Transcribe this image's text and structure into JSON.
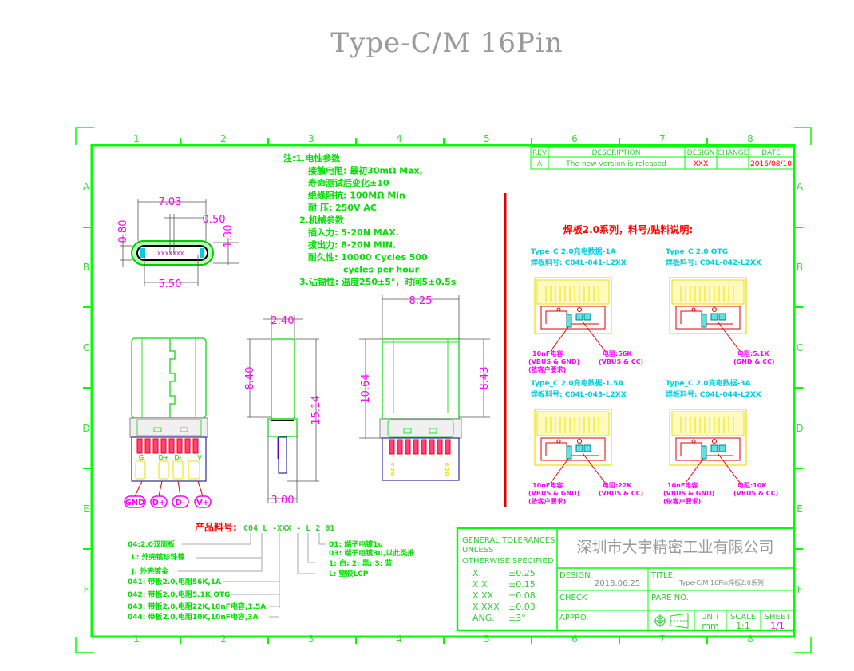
{
  "title": "Type-C/M 16Pin",
  "colors": {
    "frame": "#00ff00",
    "dim": "#ff00ff",
    "note": "#00e000",
    "red": "#ff0000",
    "cyan": "#00cfe0",
    "gray": "#9a9a9a"
  },
  "grid": {
    "columns": [
      "1",
      "2",
      "3",
      "4",
      "5",
      "6",
      "7",
      "8"
    ],
    "rows": [
      "A",
      "B",
      "C",
      "D",
      "E",
      "F"
    ]
  },
  "revision_table": {
    "headers": [
      "REV",
      "DESCRIPTION",
      "DESIGN",
      "CHANGE",
      "DATE"
    ],
    "rows": [
      [
        "A",
        "The new version is released",
        "XXX",
        "",
        "2016/08/10"
      ]
    ]
  },
  "notes": {
    "lines": [
      "注:1.电性参数",
      "接触电阻: 最初30mΩ Max,",
      "寿命测试后变化±10",
      "绝缘阻抗: 100MΩ Min",
      "耐    压: 250V AC",
      "2.机械参数",
      "插入力: 5-20N MAX.",
      "拔出力: 8-20N MIN.",
      "耐久性: 10000 Cycles 500",
      "cycles per hour",
      "3.沾锡性: 温度250±5°，时间5±0.5s"
    ]
  },
  "dimensions": {
    "front_width": "7.03",
    "front_pitch": "0.50",
    "front_height_left": "0.80",
    "front_height_right": "1.30",
    "front_inner": "5.50",
    "side_width": "2.40",
    "side_body": "8.40",
    "side_total": "15.14",
    "side_base": "3.00",
    "back_width": "8.25",
    "back_left": "10.64",
    "back_right": "8.43"
  },
  "pins": [
    "GND",
    "D+",
    "D-",
    "V+"
  ],
  "pin_pad_labels": [
    "G",
    "D+",
    "D-",
    "V"
  ],
  "pcb_section": {
    "heading": "焊板2.0系列，料号/贴料说明:",
    "variants": [
      {
        "name": "Type_C 2.0充电数据-1A",
        "part": "焊板料号: C04L-041-L2XX",
        "cap": "10nF电容",
        "cap_pins": "(VBUS & GND)",
        "res": "电阻:56K",
        "res_pins": "(VBUS & CC)",
        "note": ""
      },
      {
        "name": "Type_C 2.0 OTG",
        "part": "焊板料号: C04L-042-L2XX",
        "cap": "",
        "cap_pins": "",
        "res": "电阻:5.1K",
        "res_pins": "(GND & CC)",
        "note": ""
      },
      {
        "name": "Type_C 2.0充电数据-1.5A",
        "part": "焊板料号: C04L-043-L2XX",
        "cap": "10nF电容",
        "cap_pins": "(VBUS & GND)",
        "res": "电阻:22K",
        "res_pins": "(VBUS & CC)",
        "note": "(依客户要求)"
      },
      {
        "name": "Type_C 2.0充电数据-3A",
        "part": "焊板料号: C04L-044-L2XX",
        "cap": "10nF电容",
        "cap_pins": "(VBUS & GND)",
        "res": "电阻:10K",
        "res_pins": "(VBUS & CC)",
        "note": "(依客户要求)"
      }
    ],
    "first_note": "(依客户要求)"
  },
  "part_number": {
    "label": "产品料号:",
    "code": "C04 L -XXX - L 2 01",
    "left_items": [
      "04:2.0双面板",
      "L:  外壳镀珍珠镍",
      "J:  外壳镀金",
      "041: 带板2.0,电阻56K,1A",
      "042: 带板2.0,电阻5.1K,OTG",
      "043: 带板2.0,电阻22K,10nF电容,1.5A",
      "044: 带板2.0,电阻10K,10nF电容,3A"
    ],
    "right_items": [
      "01: 端子电镀1u",
      "03: 端子电镀3u,以此类推",
      "1: 白;  2: 黑;  3: 蓝",
      "L: 塑胶LCP"
    ]
  },
  "title_block": {
    "tolerance_header": [
      "GENERAL  TOLERANCES",
      "UNLESS",
      "OTHERWISE  SPECIFIED"
    ],
    "tolerances": [
      [
        "X.",
        "±0.25"
      ],
      [
        "X.X",
        "±0.15"
      ],
      [
        "X.XX",
        "±0.08"
      ],
      [
        "X.XXX",
        "±0.03"
      ],
      [
        "ANG.",
        "±3°"
      ]
    ],
    "company": "深圳市大宇精密工业有限公司",
    "design_label": "DESIGN",
    "design_date": "2018.06.25",
    "title_label": "TITLE:",
    "title_value": "Type-C/M 16Pin焊板2.0系列",
    "check_label": "CHECK",
    "pare_label": "PARE  NO.",
    "appro_label": "APPRO.",
    "unit_label": "UNIT",
    "unit_value": "mm",
    "scale_label": "SCALE",
    "scale_value": "1:1",
    "sheet_label": "SHEET",
    "sheet_value": "1/1",
    "projection_icon": "third-angle-projection-icon"
  }
}
